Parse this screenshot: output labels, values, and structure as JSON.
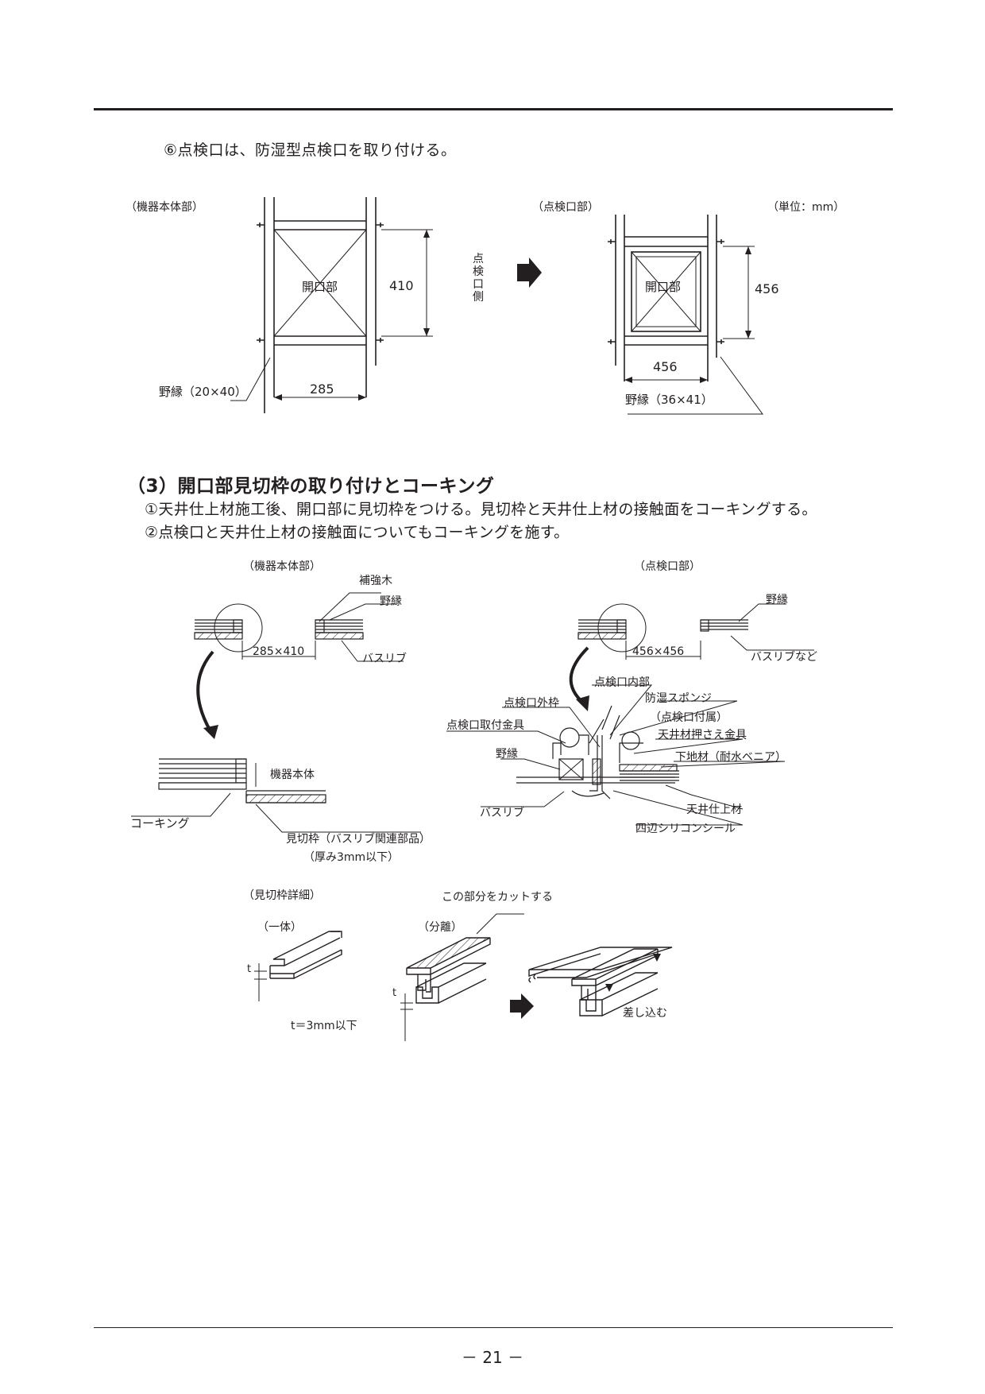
{
  "step6": "⑥点検口は、防湿型点検口を取り付ける。",
  "fig1": {
    "left_caption": "（機器本体部）",
    "opening_label": "開口部",
    "height_dim": "410",
    "width_dim": "285",
    "furring_label": "野縁（20×40）",
    "side_label": "点検口側",
    "right_caption": "（点検口部）",
    "unit": "（単位：mm）",
    "opening_label_r": "開口部",
    "height_dim_r": "456",
    "width_dim_r": "456",
    "furring_label_r": "野縁（36×41）"
  },
  "section": {
    "heading": "（3）開口部見切枠の取り付けとコーキング",
    "line1": "①天井仕上材施工後、開口部に見切枠をつける。見切枠と天井仕上材の接触面をコーキングする。",
    "line2": "②点検口と天井仕上材の接触面についてもコーキングを施す。"
  },
  "fig2": {
    "left_caption": "（機器本体部）",
    "reinforcement": "補強木",
    "furring": "野縁",
    "dim_left": "285×410",
    "lath": "バスリブ",
    "unit_body": "機器本体",
    "caulking": "コーキング",
    "trim_frame": "見切枠（バスリブ関連部品）",
    "thickness": "（厚み3mm以下）",
    "right_caption": "（点検口部）",
    "furring_r": "野縁",
    "dim_right": "456×456",
    "lath_etc": "バスリブなど",
    "inner": "点検口内部",
    "outer_frame": "点検口外枠",
    "sponge": "防湿スポンジ",
    "sponge_note": "（点検口付属）",
    "bracket": "点検口取付金具",
    "press_bracket": "天井材押さえ金具",
    "furring_r2": "野縁",
    "substrate": "下地材（耐水ベニア）",
    "lath_r": "バスリブ",
    "ceiling_finish": "天井仕上材",
    "silicone": "四辺シリコンシール"
  },
  "fig3": {
    "caption": "（見切枠詳細）",
    "one_piece": "（一体）",
    "separate": "（分離）",
    "cut_note": "この部分をカットする",
    "t_label": "t",
    "t_label2": "t",
    "t_spec": "t＝3mm以下",
    "insert": "差し込む"
  },
  "page_number": "－ 21 －"
}
